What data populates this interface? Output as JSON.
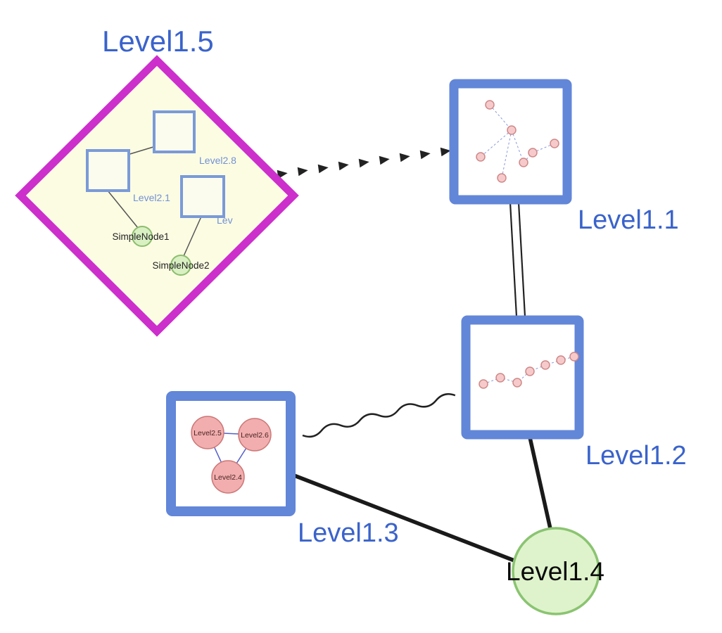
{
  "diagram": {
    "groups": {
      "level15": {
        "label": "Level1.5",
        "shape": "diamond",
        "children": {
          "level28": {
            "label": "Level2.8",
            "shape": "square"
          },
          "level21": {
            "label": "Level2.1",
            "shape": "square"
          },
          "lev": {
            "label": "Lev",
            "shape": "square"
          },
          "simplenode1": {
            "label": "SimpleNode1",
            "shape": "circle"
          },
          "simplenode2": {
            "label": "SimpleNode2",
            "shape": "circle"
          }
        }
      }
    },
    "nodes": {
      "level11": {
        "label": "Level1.1",
        "shape": "square-group"
      },
      "level12": {
        "label": "Level1.2",
        "shape": "square-group"
      },
      "level13": {
        "label": "Level1.3",
        "shape": "square-group",
        "children": {
          "level25": {
            "label": "Level2.5"
          },
          "level26": {
            "label": "Level2.6"
          },
          "level24": {
            "label": "Level2.4"
          }
        }
      },
      "level14": {
        "label": "Level1.4",
        "shape": "circle"
      }
    },
    "edges": [
      {
        "from": "Level1.5",
        "to": "Level1.1",
        "style": "dashed-arrow"
      },
      {
        "from": "Level1.1",
        "to": "Level1.2",
        "style": "double-line"
      },
      {
        "from": "Level1.3",
        "to": "Level1.2",
        "style": "wavy"
      },
      {
        "from": "Level1.3",
        "to": "Level1.4",
        "style": "solid-thick"
      },
      {
        "from": "Level1.2",
        "to": "Level1.4",
        "style": "solid-thick"
      }
    ],
    "colors": {
      "group_border_magenta": "#cc2fcc",
      "group_fill_yellow": "#fcfce3",
      "node_border_blue": "#6286d8",
      "label_blue": "#3a63cb",
      "inner_label_blue": "#7291d4",
      "pink_fill": "#f2aeae",
      "pink_border": "#cc7777",
      "green_fill": "#def3cb",
      "green_border": "#8ac471",
      "edge_black": "#222222"
    }
  }
}
